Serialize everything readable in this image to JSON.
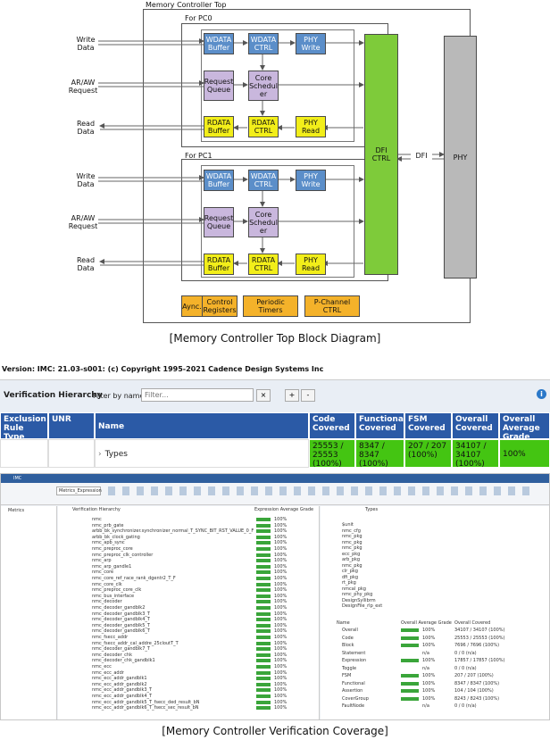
{
  "diagram": {
    "top_title": "Memory Controller Top",
    "pc0_title": "For PC0",
    "pc1_title": "For PC1",
    "wdata_buffer": "WDATA Buffer",
    "wdata_ctrl": "WDATA CTRL",
    "phy_write": "PHY Write",
    "request_queue": "Request Queue",
    "core_scheduler": "Core Schedul er",
    "rdata_buffer": "RDATA Buffer",
    "rdata_ctrl": "RDATA CTRL",
    "phy_read": "PHY Read",
    "dfi_ctrl": "DFI CTRL",
    "dfi": "DFI",
    "phy": "PHY",
    "write_data": "Write Data",
    "araw_request": "AR/AW Request",
    "read_data": "Read Data",
    "async": "Aync.",
    "control_registers": "Control Registers",
    "periodic_timers": "Periodic Timers",
    "pchannel_ctrl": "P-Channel CTRL",
    "caption": "[Memory Controller Top Block Diagram]"
  },
  "imc": {
    "version": "Version: IMC: 21.03-s001: (c) Copyright 1995-2021 Cadence Design Systems Inc",
    "title": "Verification Hierarchy",
    "filter_label": "Filter by name:",
    "filter_placeholder": "Filter...",
    "btn_clear": "×",
    "btn_plus": "+",
    "btn_minus": "-",
    "info": "i",
    "headers": [
      "Exclusion Rule Type",
      "UNR",
      "Name",
      "Code Covered",
      "Functional Covered",
      "FSM Covered",
      "Overall Covered",
      "Overall Average Grade"
    ],
    "row": {
      "name": "Types",
      "code": "25553 / 25553 (100%)",
      "functional": "8347 / 8347 (100%)",
      "fsm": "207 / 207 (100%)",
      "overall": "34107 / 34107 (100%)",
      "grade": "100%"
    }
  },
  "screenshot": {
    "app_title": "IMC",
    "toolbar_dropdown": "Metrics_Expression",
    "left_tab": "Metrics",
    "hier_header": "Verification Hierarchy",
    "grade_header": "Expression Average Grade",
    "types_header": "Types",
    "right_name_header": "Name",
    "right_grade_header": "Overall Average Grade",
    "right_cov_header": "Overall Covered",
    "tree_rows": [
      "nmc",
      "nmc_prb_gate",
      "arbb_bk_synchronizer.synchronizer_normal_T_SYNC_BIT_RST_VALUE_0_F",
      "arbb_bk_clock_gating",
      "nmc_apb_sync",
      "nmc_preproc_core",
      "nmc_preproc_clk_controller",
      "nmc_arp",
      "nmc_arp_gandle1",
      "nmc_core",
      "nmc_core_ref_race_rank_dgentr2_T_F",
      "nmc_core_clk",
      "nmc_preproc_core_clk",
      "nmc_bus_interface",
      "nmc_decoder",
      "nmc_decoder_gandblk2",
      "nmc_decoder_gandblk3_T",
      "nmc_decoder_gandblk4_T",
      "nmc_decoder_gandblk5_T",
      "nmc_decoder_gandblk6_T",
      "nmc_fsecc_addr",
      "nmc_fsecc_addr_cal_addre_25cloutT_T",
      "nmc_decoder_gandblk7_T",
      "nmc_decoder_chk",
      "nmc_decoder_chk_gandblk1",
      "nmc_ecc",
      "nmc_ecc_addr",
      "nmc_ecc_addr_gandblk1",
      "nmc_ecc_addr_gandblk2",
      "nmc_ecc_addr_gandblk3_T",
      "nmc_ecc_addr_gandblk4_T",
      "nmc_ecc_addr_gandblk5_T_fsecc_ded_result_bN",
      "nmc_ecc_addr_gandblk6_T_fsecc_sec_result_bN"
    ],
    "file_rows": [
      "$unit",
      "nmc_cfg",
      "nmc_pkg",
      "nmc_pkg",
      "nmc_pkg",
      "ecc_pkg",
      "arb_pkg",
      "nmc_pkg",
      "clr_pkg",
      "dfi_pkg",
      "rt_pkg",
      "nmcal_pkg",
      "nmc_phy_pkg",
      "DesignSyllibrm",
      "DesignFile_rlp_ext"
    ],
    "metric_rows": [
      {
        "name": "Overall",
        "grade": "100%",
        "cov": "34107 / 34107 (100%)"
      },
      {
        "name": "Code",
        "grade": "100%",
        "cov": "25553 / 25553 (100%)"
      },
      {
        "name": "Block",
        "grade": "100%",
        "cov": "7696 / 7696 (100%)"
      },
      {
        "name": "Statement",
        "grade": "n/a",
        "cov": "0 / 0 (n/a)"
      },
      {
        "name": "Expression",
        "grade": "100%",
        "cov": "17857 / 17857 (100%)"
      },
      {
        "name": "Toggle",
        "grade": "n/a",
        "cov": "0 / 0 (n/a)"
      },
      {
        "name": "FSM",
        "grade": "100%",
        "cov": "207 / 207 (100%)"
      },
      {
        "name": "Functional",
        "grade": "100%",
        "cov": "8347 / 8347 (100%)"
      },
      {
        "name": "Assertion",
        "grade": "100%",
        "cov": "104 / 104 (100%)"
      },
      {
        "name": "CoverGroup",
        "grade": "100%",
        "cov": "8243 / 8243 (100%)"
      },
      {
        "name": "FaultNode",
        "grade": "n/a",
        "cov": "0 / 0 (n/a)"
      }
    ],
    "caption": "[Memory Controller Verification Coverage]"
  },
  "colors": {
    "blue": "#5b8ec9",
    "lavender": "#c9b7dd",
    "yellow": "#f2ee1a",
    "green": "#7ecb3a",
    "orange": "#f4b22a",
    "header_blue": "#2b5aa6",
    "covered_green": "#44c512"
  }
}
